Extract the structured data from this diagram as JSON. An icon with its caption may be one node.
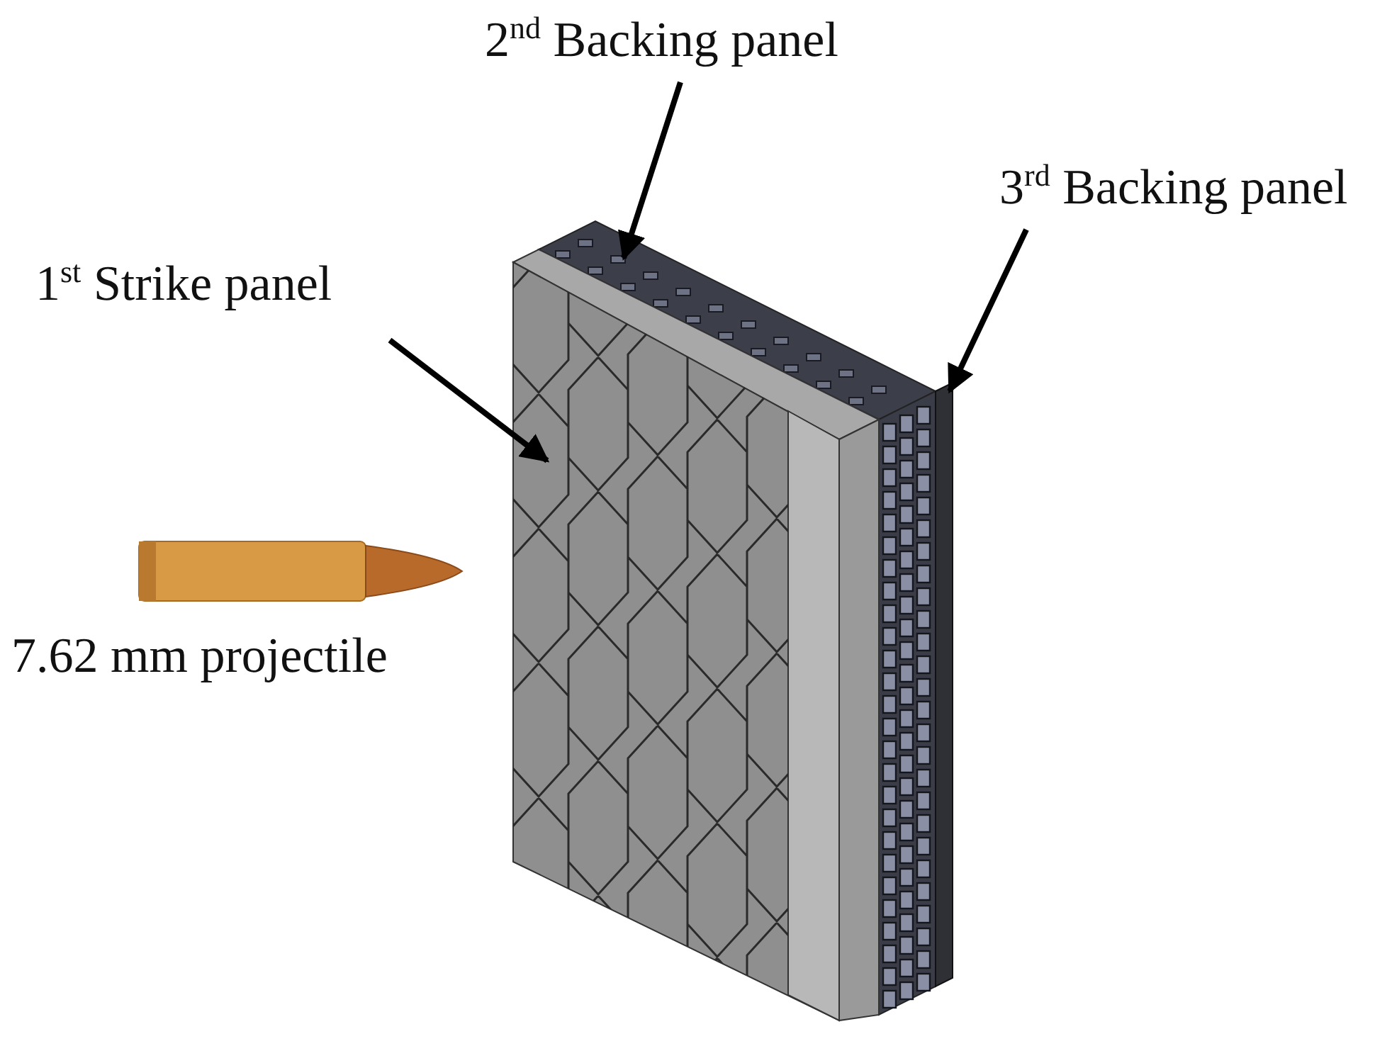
{
  "diagram": {
    "nodes": [
      {
        "text": [
          "2$^{nd}$ Backing panel"
        ]
      },
      {
        "text": [
          "3$^{rd}$ Backing panel"
        ]
      },
      {
        "text": [
          "1$^{st}$ Strike panel"
        ]
      },
      {
        "text": [],
        "shape": "box"
      },
      {
        "text": [],
        "shape": "box"
      },
      {
        "text": [],
        "shape": "box"
      }
    ],
    "edges": [
      {
        "from": 0,
        "to": 3,
        "arrow": "to"
      },
      {
        "from": 1,
        "to": 4,
        "arrow": "to"
      },
      {
        "from": 2,
        "to": 5,
        "arrow": "to"
      }
    ],
    "labels": [
      "7.62 mm projectile"
    ]
  }
}
